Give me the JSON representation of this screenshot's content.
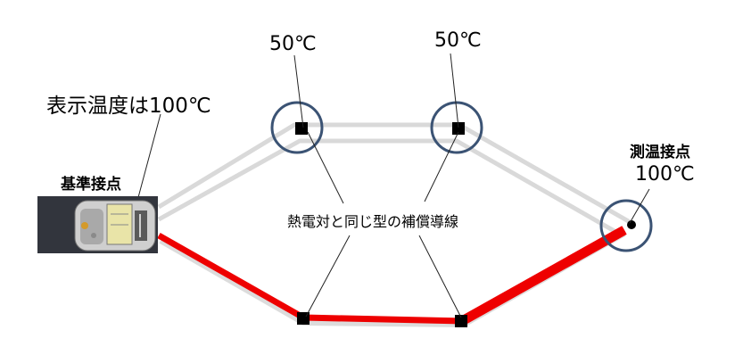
{
  "labels": {
    "junction_left_temp": "50℃",
    "junction_right_temp": "50℃",
    "display_temp": "表示温度は100℃",
    "reference_junction": "基準接点",
    "measuring_junction": "測温接点",
    "measuring_temp": "100℃",
    "compensating_wire": "熱電対と同じ型の補償導線"
  },
  "colors": {
    "hot_wire": "#ee0000",
    "cold_wire": "#d9d9d9",
    "circle": "#3b5374",
    "background": "#ffffff"
  }
}
